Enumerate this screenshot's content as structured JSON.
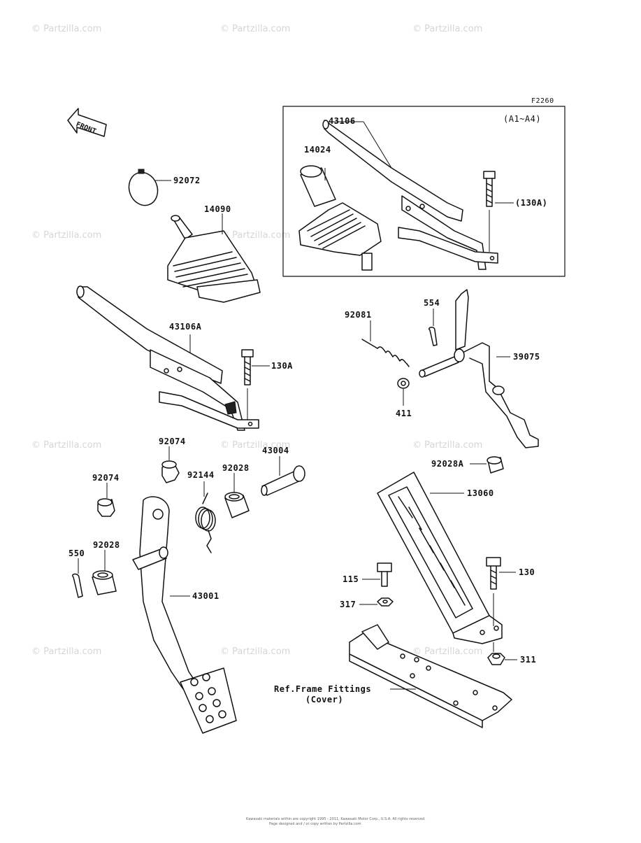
{
  "figure_code": "F2260",
  "inset_label": "(A1~A4)",
  "front_label": "FRONT",
  "watermark": "© Partzilla.com",
  "copyright_line1": "Kawasaki materials within are copyright 1995 - 2011, Kawasaki Motor Corp., U.S.A. All rights reserved.",
  "copyright_line2": "Page designed and / or copy written by Partzilla.com",
  "parts": {
    "p92072": "92072",
    "p14090": "14090",
    "p43106A": "43106A",
    "p130A": "130A",
    "p43106": "43106",
    "p14024": "14024",
    "p130A_paren": "(130A)",
    "p92081": "92081",
    "p554": "554",
    "p411": "411",
    "p39075": "39075",
    "p92074a": "92074",
    "p92074b": "92074",
    "p92144": "92144",
    "p92028a": "92028",
    "p43004": "43004",
    "p92028A": "92028A",
    "p13060": "13060",
    "p550": "550",
    "p92028b": "92028",
    "p43001": "43001",
    "p115": "115",
    "p317": "317",
    "p130": "130",
    "p311": "311",
    "ref_frame_1": "Ref.Frame Fittings",
    "ref_frame_2": "(Cover)"
  }
}
